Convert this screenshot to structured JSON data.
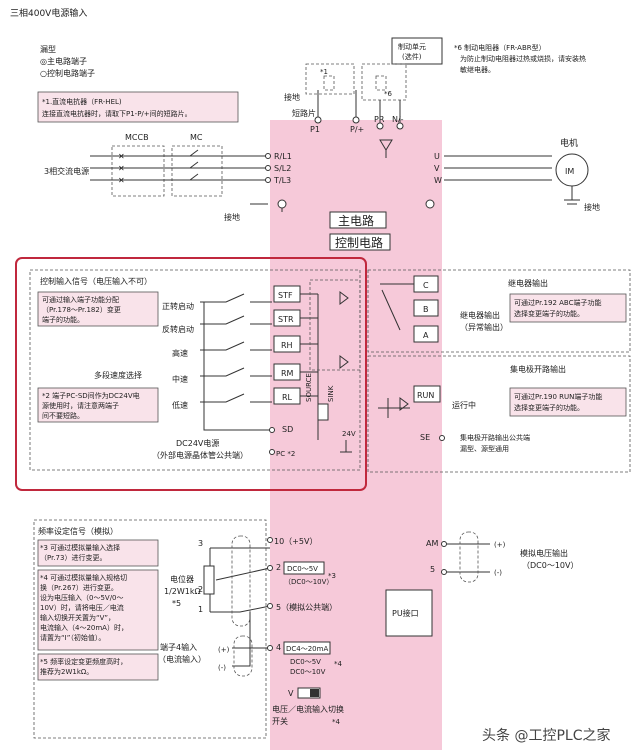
{
  "title": "三相400V电源输入",
  "legend": {
    "heading": "漏型",
    "main_terminal": "◎主电路端子",
    "control_terminal": "○控制电路端子"
  },
  "note1": {
    "line1": "*1.直流电抗器（FR-HEL)",
    "line2": "连接直流电抗器时，请取下P1-P/+间的短路片。"
  },
  "braking_unit": {
    "line1": "制动单元",
    "line2": "(选件)"
  },
  "note6": {
    "line1": "*6 制动电阻器（FR-ABR型）",
    "line2": "为防止制动电阻器过热或烧损，请安装热",
    "line3": "敏继电器。"
  },
  "top_labels": {
    "ground": "接地",
    "jumper": "短路片",
    "p1": "P1",
    "pplus": "P/+",
    "pr": "PR",
    "nminus": "N/-",
    "star1": "*1",
    "star6": "*6"
  },
  "mccb": "MCCB",
  "mc": "MC",
  "supply": "3相交流电源",
  "ground_label": "接地",
  "motor": {
    "label": "电机",
    "im": "IM",
    "ground": "接地"
  },
  "terminals_in": [
    "R/L1",
    "S/L2",
    "T/L3"
  ],
  "terminals_out": [
    "U",
    "V",
    "W"
  ],
  "main_circuit": "主电路",
  "control_circuit": "控制电路",
  "control_input": {
    "heading": "控制输入信号（电压输入不可）",
    "note_a": [
      "可通过输入端子功能分配",
      "（Pr.178～Pr.182）变更",
      "端子的功能。"
    ],
    "forward": "正转启动",
    "reverse": "反转启动",
    "multispeed": "多段速度选择",
    "high": "高速",
    "mid": "中速",
    "low": "低速",
    "note_b": [
      "*2 端子PC-SD间作为DC24V电",
      "源使用时，请注意两端子",
      "间不要短路。"
    ],
    "dc24": "DC24V电源",
    "dc24_sub": "（外部电源晶体管公共端）",
    "terminals": [
      "STF",
      "STR",
      "RH",
      "RM",
      "RL",
      "SD"
    ],
    "pc": "PC *2",
    "source": "SOURCE",
    "sink": "SINK",
    "v24": "24V"
  },
  "relay": {
    "heading": "继电器输出",
    "terminals": [
      "C",
      "B",
      "A"
    ],
    "label": "继电器输出",
    "sub": "（异常输出）",
    "note": [
      "可通过Pr.192 ABC端子功能",
      "选择变更端子的功能。"
    ]
  },
  "oc": {
    "heading": "集电极开路输出",
    "run": "RUN",
    "run_label": "运行中",
    "se": "SE",
    "note": [
      "可通过Pr.190 RUN端子功能",
      "选择变更端子的功能。"
    ],
    "common": [
      "集电极开路输出公共端",
      "漏型、源型通用"
    ]
  },
  "freq": {
    "heading": "频率设定信号（模拟）",
    "note3": [
      "*3  可通过模拟量输入选择",
      "    （Pr.73）进行变更。"
    ],
    "note4": [
      "*4  可通过模拟量输入规格切",
      "    换（Pr.267）进行变更。",
      "    设为电压输入（0～5V/0～",
      "    10V）时，请将电压／电流",
      "    输入切换开关置为“V”，",
      "    电流输入（4～20mA）时，",
      "    请置为“I”（初始值）。"
    ],
    "note5": [
      "*5  频率设定变更频度高时，",
      "    推荐为2W1kΩ。"
    ],
    "pot": [
      "电位器",
      "1/2W1kΩ",
      "*5"
    ],
    "t4in": [
      "端子4输入",
      "（电流输入）"
    ],
    "nums": [
      "3",
      "2",
      "1"
    ],
    "plus": "(+)",
    "minus": "(-)",
    "t10": "10（+5V）",
    "t2": "2",
    "t2_box": "DC0～5V",
    "t2_sub": "（DC0～10V）",
    "t2_star": "*3",
    "t5": "5（模拟公共端）",
    "t4": "4",
    "t4_box": "DC4～20mA",
    "t4_sub1": "DC0～5V",
    "t4_sub2": "DC0～10V",
    "t4_star": "*4",
    "switch": "V",
    "switch_label": [
      "电压／电流输入切换",
      "开关"
    ],
    "switch_star": "*4"
  },
  "am": {
    "am": "AM",
    "five": "5",
    "plus": "(+)",
    "minus": "(-)",
    "label": "模拟电压输出",
    "sub": "（DC0～10V）"
  },
  "pu": "PU接口",
  "watermark": "头条 @工控PLC之家"
}
